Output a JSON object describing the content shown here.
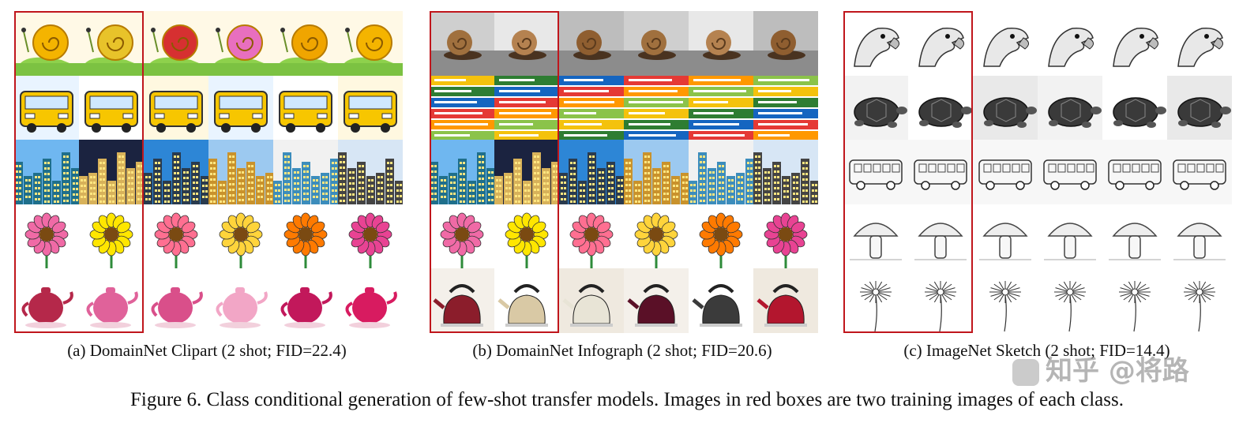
{
  "panels": [
    {
      "id": "a",
      "caption": "(a) DomainNet Clipart (2 shot; FID=22.4)",
      "rows": [
        "snail",
        "bus",
        "city",
        "flower",
        "teapot"
      ]
    },
    {
      "id": "b",
      "caption": "(b) DomainNet Infograph (2 shot; FID=20.6)",
      "rows": [
        "snail",
        "infographic",
        "city",
        "flower",
        "kettle"
      ]
    },
    {
      "id": "c",
      "caption": "(c) ImageNet Sketch (2 shot; FID=14.4)",
      "rows": [
        "eagle",
        "turtle",
        "bus",
        "mushroom",
        "daisy"
      ]
    }
  ],
  "figure_caption": "Figure 6. Class conditional generation of few-shot transfer models. Images in red boxes are two training images of each class.",
  "watermark": "知乎 @将路",
  "colors": {
    "training_box": "#c0161c"
  }
}
